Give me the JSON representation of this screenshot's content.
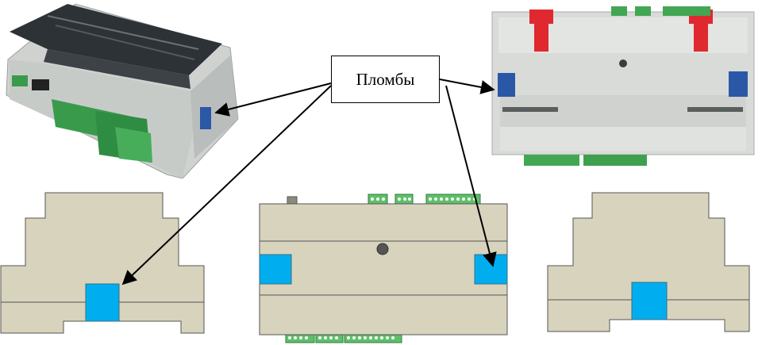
{
  "callout": {
    "label": "Пломбы"
  },
  "colors": {
    "housing_fill": "#d7d3bd",
    "housing_stroke": "#555555",
    "seal_fill": "#00aeef",
    "terminal_fill": "#5fbf6a",
    "photo_body": "#d4d6d2",
    "photo_dark_top": "#2b2f33",
    "clip_red": "#e0282f",
    "arrow": "#000000"
  },
  "icons": [
    "photo-device-isometric",
    "photo-device-back",
    "drawing-side-left",
    "drawing-front",
    "drawing-side-right",
    "seal-marker"
  ]
}
